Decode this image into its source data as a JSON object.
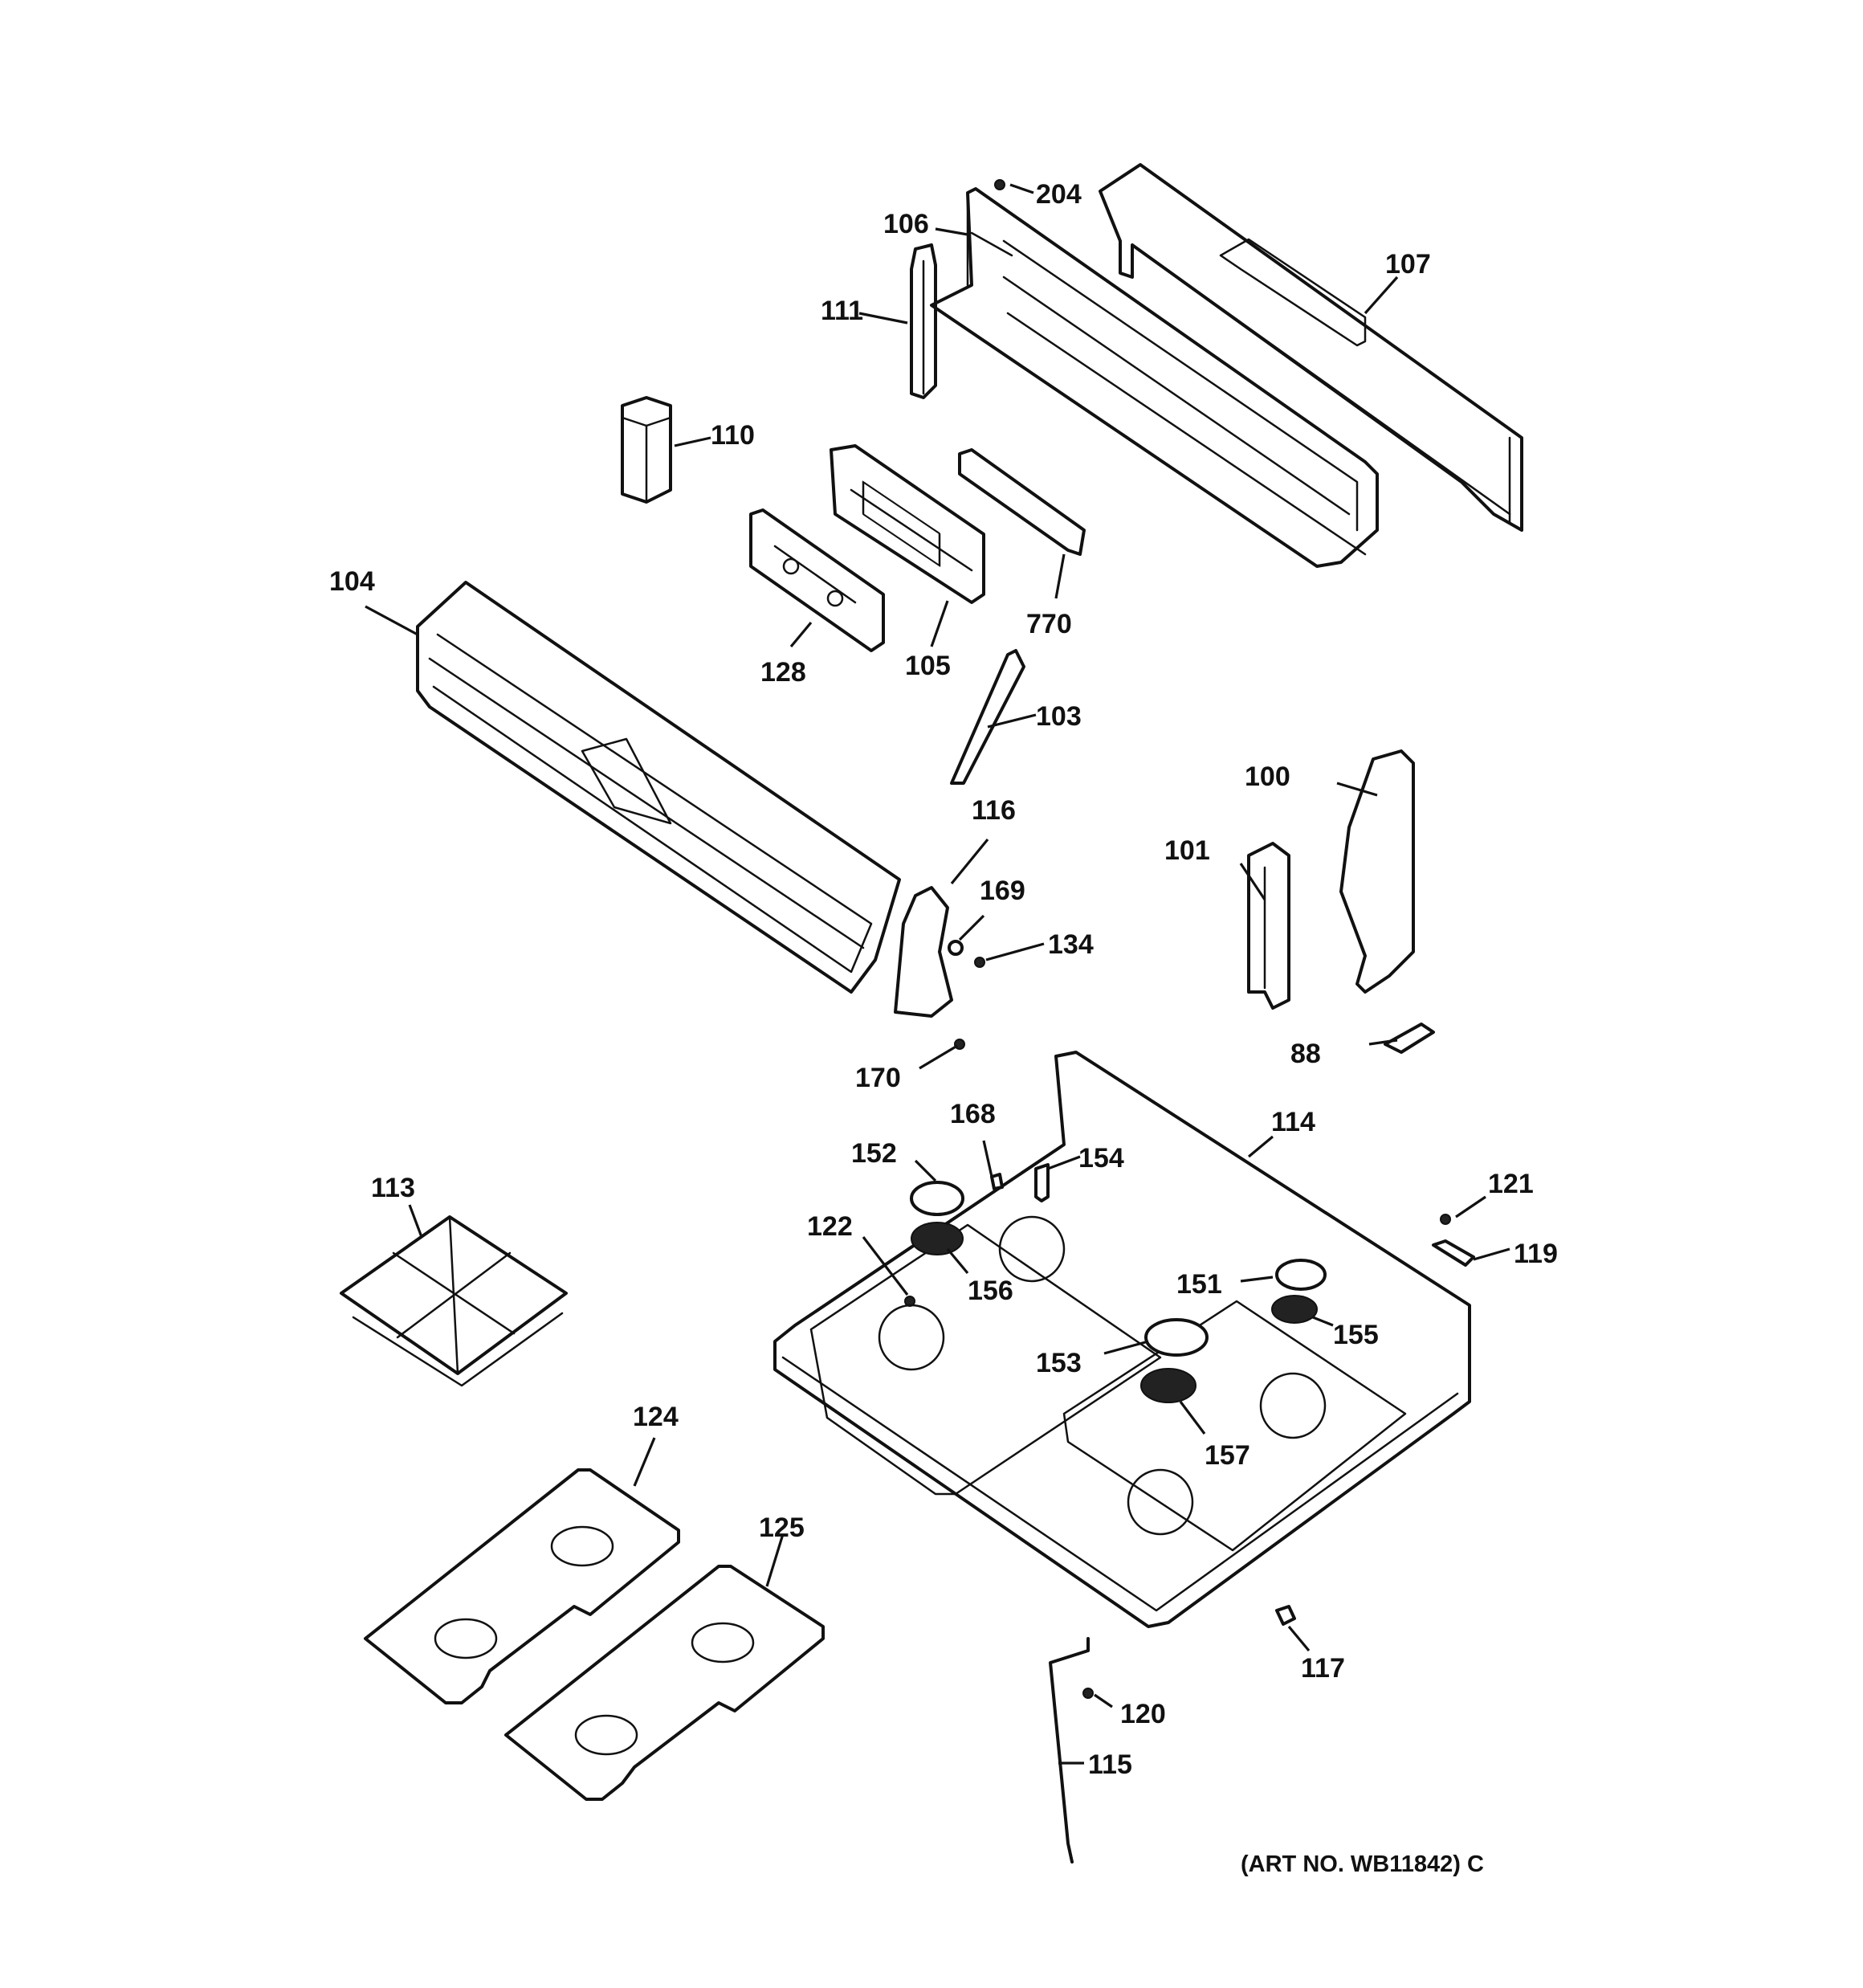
{
  "diagram": {
    "art_number": "(ART NO. WB11842) C",
    "callouts": [
      {
        "id": "88",
        "label": "88"
      },
      {
        "id": "100",
        "label": "100"
      },
      {
        "id": "101",
        "label": "101"
      },
      {
        "id": "103",
        "label": "103"
      },
      {
        "id": "104",
        "label": "104"
      },
      {
        "id": "105",
        "label": "105"
      },
      {
        "id": "106",
        "label": "106"
      },
      {
        "id": "107",
        "label": "107"
      },
      {
        "id": "110",
        "label": "110"
      },
      {
        "id": "111",
        "label": "111"
      },
      {
        "id": "113",
        "label": "113"
      },
      {
        "id": "114",
        "label": "114"
      },
      {
        "id": "115",
        "label": "115"
      },
      {
        "id": "116",
        "label": "116"
      },
      {
        "id": "117",
        "label": "117"
      },
      {
        "id": "119",
        "label": "119"
      },
      {
        "id": "120",
        "label": "120"
      },
      {
        "id": "121",
        "label": "121"
      },
      {
        "id": "122",
        "label": "122"
      },
      {
        "id": "124",
        "label": "124"
      },
      {
        "id": "125",
        "label": "125"
      },
      {
        "id": "128",
        "label": "128"
      },
      {
        "id": "134",
        "label": "134"
      },
      {
        "id": "151",
        "label": "151"
      },
      {
        "id": "152",
        "label": "152"
      },
      {
        "id": "153",
        "label": "153"
      },
      {
        "id": "154",
        "label": "154"
      },
      {
        "id": "155",
        "label": "155"
      },
      {
        "id": "156",
        "label": "156"
      },
      {
        "id": "157",
        "label": "157"
      },
      {
        "id": "168",
        "label": "168"
      },
      {
        "id": "169",
        "label": "169"
      },
      {
        "id": "170",
        "label": "170"
      },
      {
        "id": "204",
        "label": "204"
      },
      {
        "id": "770",
        "label": "770"
      }
    ]
  }
}
